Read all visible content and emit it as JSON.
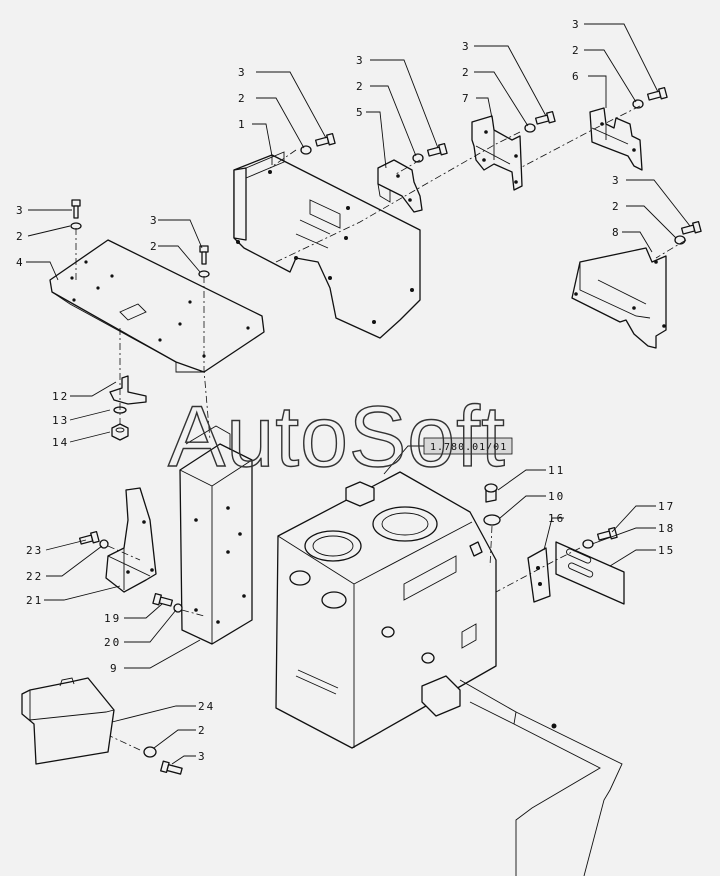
{
  "drawing_code": "1.780.01/01",
  "watermark": "AutoSoft",
  "callouts": [
    {
      "id": "c3a",
      "text": "3"
    },
    {
      "id": "c2a",
      "text": "2"
    },
    {
      "id": "c1",
      "text": "1"
    },
    {
      "id": "c3b",
      "text": "3"
    },
    {
      "id": "c2b",
      "text": "2"
    },
    {
      "id": "c5",
      "text": "5"
    },
    {
      "id": "c3c",
      "text": "3"
    },
    {
      "id": "c2c",
      "text": "2"
    },
    {
      "id": "c7",
      "text": "7"
    },
    {
      "id": "c3d",
      "text": "3"
    },
    {
      "id": "c2d",
      "text": "2"
    },
    {
      "id": "c6",
      "text": "6"
    },
    {
      "id": "c3e",
      "text": "3"
    },
    {
      "id": "c2e",
      "text": "2"
    },
    {
      "id": "c8",
      "text": "8"
    },
    {
      "id": "c3f",
      "text": "3"
    },
    {
      "id": "c2f",
      "text": "2"
    },
    {
      "id": "c4",
      "text": "4"
    },
    {
      "id": "c3g",
      "text": "3"
    },
    {
      "id": "c2g",
      "text": "2"
    },
    {
      "id": "c12",
      "text": "12"
    },
    {
      "id": "c13",
      "text": "13"
    },
    {
      "id": "c14",
      "text": "14"
    },
    {
      "id": "c11",
      "text": "11"
    },
    {
      "id": "c10",
      "text": "10"
    },
    {
      "id": "c17",
      "text": "17"
    },
    {
      "id": "c16",
      "text": "16"
    },
    {
      "id": "c18",
      "text": "18"
    },
    {
      "id": "c15",
      "text": "15"
    },
    {
      "id": "c23",
      "text": "23"
    },
    {
      "id": "c22",
      "text": "22"
    },
    {
      "id": "c21",
      "text": "21"
    },
    {
      "id": "c19",
      "text": "19"
    },
    {
      "id": "c20",
      "text": "20"
    },
    {
      "id": "c9",
      "text": "9"
    },
    {
      "id": "c24",
      "text": "24"
    },
    {
      "id": "c2h",
      "text": "2"
    },
    {
      "id": "c3h",
      "text": "3"
    }
  ]
}
